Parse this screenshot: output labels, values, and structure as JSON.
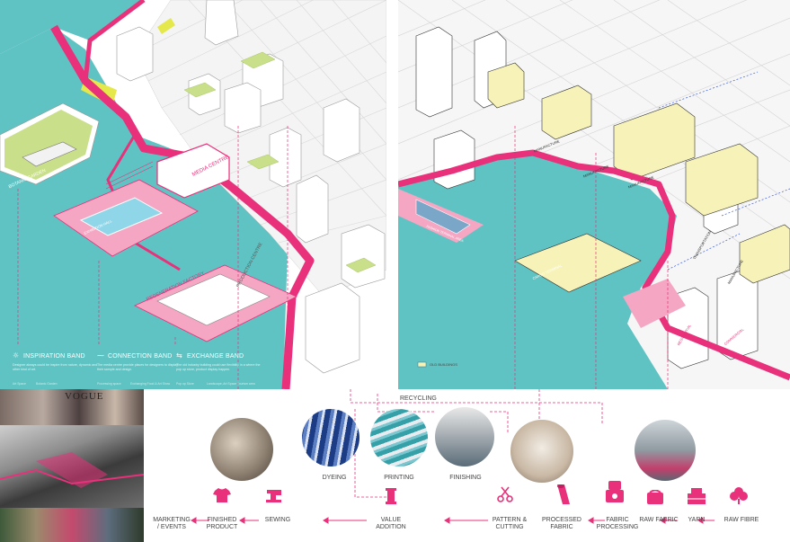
{
  "map_left": {
    "labels": {
      "botanic_garden": "BOTANIC GARDEN",
      "media_centre": "MEDIA CENTRE",
      "regeneration_factory": "REGENERATION FACTORY",
      "production_centre": "PRODUCTION CENTRE",
      "exhibition": "EXHIBITION HALL"
    },
    "bands": [
      {
        "title": "INSPIRATION BAND",
        "desc": "Designer always could be inspire from nature, dynamic and other kind of art.",
        "sub1": "Art Space",
        "sub2": "Botanic Garden"
      },
      {
        "title": "CONNECTION BAND",
        "desc": "The media centre provide places for designers to display their sample and design.",
        "sub1": "Processing space",
        "sub2": "Exchanging Food & Art Show"
      },
      {
        "title": "EXCHANGE BAND",
        "desc": "The old industry building could use flexibility in a where the pop up store, product display happen.",
        "sub1": "Pop up Store",
        "sub2": "Landscape, Art Space  Tourism area"
      }
    ]
  },
  "map_right": {
    "labels": {
      "manufacture1": "MANUFACTURE",
      "manufacture2": "MANUFACTURE",
      "manufacture3": "MANUFACTURE",
      "manufacture4": "MANUFACTURE",
      "transportation": "TRANSPORTATION",
      "residential": "RESIDENTIAL",
      "commercial": "COMMERCIAL",
      "cargo_terminal": "CARGO TERMINAL",
      "fashion_terminal": "FASHION TERMINAL AREA",
      "legend": "OLD BUILDINGS"
    }
  },
  "process": {
    "recycling": "RECYCLING",
    "circles": [
      {
        "label": "DYEING"
      },
      {
        "label": "PRINTING"
      },
      {
        "label": "FINISHING"
      }
    ],
    "steps": [
      {
        "id": "marketing",
        "line1": "MARKETING",
        "line2": "/ EVENTS",
        "icon": "megaphone-icon"
      },
      {
        "id": "finished",
        "line1": "FINISHED",
        "line2": "PRODUCT",
        "icon": "tshirt-icon"
      },
      {
        "id": "sewing",
        "line1": "SEWING",
        "line2": "",
        "icon": "sewing-machine-icon"
      },
      {
        "id": "value",
        "line1": "VALUE",
        "line2": "ADDITION",
        "icon": "thread-spool-icon"
      },
      {
        "id": "pattern",
        "line1": "PATTERN &",
        "line2": "CUTTING",
        "icon": "scissors-icon"
      },
      {
        "id": "processed",
        "line1": "PROCESSED",
        "line2": "FABRIC",
        "icon": "fabric-roll-icon"
      },
      {
        "id": "fabricproc",
        "line1": "FABRIC",
        "line2": "PROCESSING",
        "icon": "machine-icon"
      },
      {
        "id": "rawfabric",
        "line1": "RAW FABRIC",
        "line2": "",
        "icon": "raw-fabric-icon"
      },
      {
        "id": "yarn",
        "line1": "YARN",
        "line2": "",
        "icon": "yarn-icon"
      },
      {
        "id": "rawfibre",
        "line1": "RAW FIBRE",
        "line2": "",
        "icon": "cotton-icon"
      }
    ]
  },
  "colors": {
    "water": "#5fc3c3",
    "accent": "#e8317a",
    "pink_light": "#f5a6c3",
    "yellow": "#f7f3b8"
  }
}
